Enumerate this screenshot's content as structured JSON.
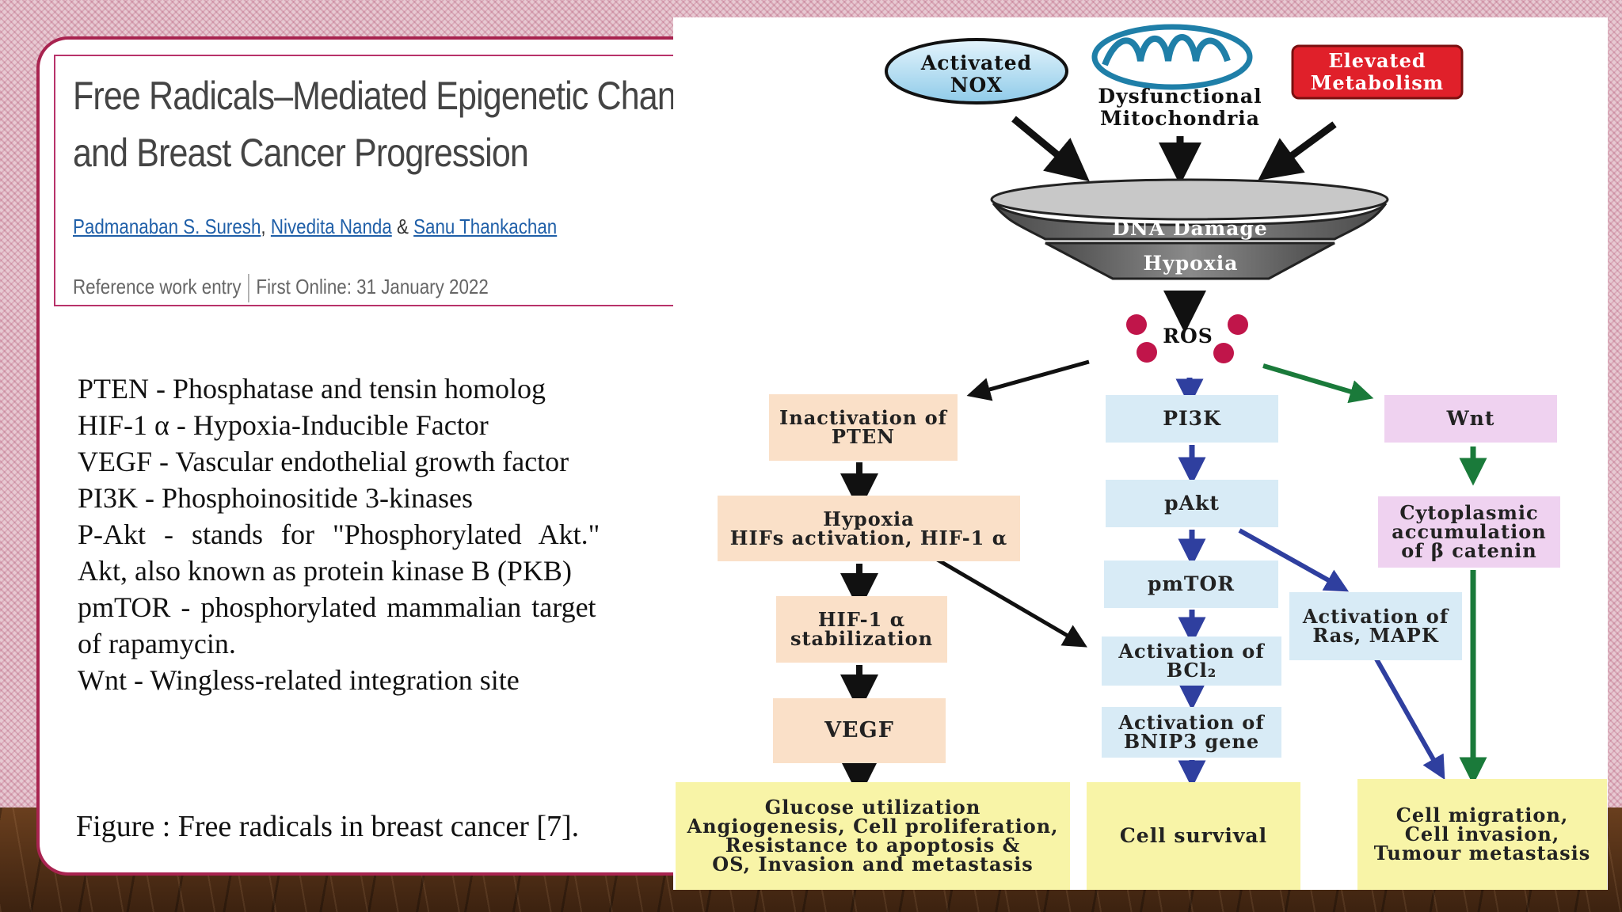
{
  "paper": {
    "title": "Free Radicals–Mediated Epigenetic Changes and Breast Cancer Progression",
    "authors": [
      "Padmanaban S. Suresh",
      "Nivedita Nanda",
      "Sanu Thankachan"
    ],
    "author_sep1": ",",
    "author_sep2": "&",
    "entry_type": "Reference work entry",
    "first_online": "First Online: 31 January 2022"
  },
  "abbreviations": [
    "PTEN - Phosphatase and tensin homolog",
    "HIF-1 α - Hypoxia-Inducible Factor",
    "VEGF - Vascular endothelial growth factor",
    "PI3K  - Phosphoinositide 3-kinases",
    "P-Akt - stands for \"Phosphorylated Akt.\"",
    "Akt, also known as protein kinase B (PKB)",
    "pmTOR - phosphorylated mammalian target",
    "of rapamycin.",
    "Wnt  - Wingless-related integration site"
  ],
  "caption": "Figure : Free radicals in breast cancer [7].",
  "diagram": {
    "sources": {
      "nox": [
        "Activated",
        "NOX"
      ],
      "mito": [
        "Dysfunctional",
        "Mitochondria"
      ],
      "metab": [
        "Elevated",
        "Metabolism"
      ]
    },
    "funnel": {
      "top": "DNA Damage",
      "bottom": "Hypoxia"
    },
    "ros": "ROS",
    "left": {
      "pten": [
        "Inactivation of",
        "PTEN"
      ],
      "hifs": [
        "Hypoxia",
        "HIFs activation, HIF-1 α"
      ],
      "hif_stab": [
        "HIF-1 α",
        "stabilization"
      ],
      "vegf": "VEGF",
      "outcome": [
        "Glucose utilization",
        "Angiogenesis, Cell proliferation,",
        "Resistance to apoptosis &",
        "OS, Invasion and metastasis"
      ]
    },
    "middle": {
      "pi3k": "PI3K",
      "pakt": "pAkt",
      "pmtor": "pmTOR",
      "bcl": [
        "Activation of",
        "BCl₂"
      ],
      "bnip3": [
        "Activation of",
        "BNIP3 gene"
      ],
      "outcome": "Cell survival"
    },
    "right": {
      "wnt": "Wnt",
      "catenin": [
        "Cytoplasmic",
        "accumulation",
        "of β catenin"
      ],
      "ras": [
        "Activation of",
        "Ras, MAPK"
      ],
      "outcome": [
        "Cell migration,",
        "Cell invasion,",
        "Tumour metastasis"
      ]
    },
    "colors": {
      "peach": "#fae0c8",
      "blue": "#d8ebf6",
      "pink": "#efd2f0",
      "yellow": "#f8f4a7",
      "arrow_black": "#111111",
      "arrow_blue": "#2f3f9f",
      "arrow_green": "#1a7a3a",
      "ros_dot": "#c0154a",
      "nox_fill": "#b9dff3",
      "metab_fill": "#e0202a",
      "mito_stroke": "#1f7fa8"
    }
  }
}
